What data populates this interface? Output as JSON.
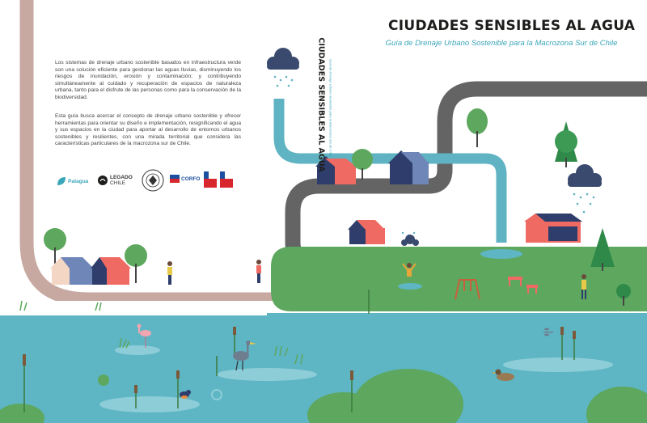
{
  "cover": {
    "title": "CIUDADES SENSIBLES AL AGUA",
    "subtitle": "Guía de Drenaje Urbano Sostenible para la Macrozona Sur de Chile"
  },
  "spine": {
    "title": "CIUDADES SENSIBLES AL AGUA",
    "subtitle": "Guía de Drenaje Urbano Sostenible para la Macrozona Sur de Chile"
  },
  "back_cover": {
    "paragraph_1": "Los sistemas de drenaje urbano sostenible basados en infraestructura verde son una solución eficiente para gestionar las aguas lluvias, disminuyendo los riesgos de inundación, erosión y contaminación; y contribuyendo simultáneamente al cuidado y recuperación de espacios de naturaleza urbana, tanto para el disfrute de las personas como para la conservación de la biodiversidad.",
    "paragraph_2": "Esta guía busca acercar el concepto de drenaje urbano sostenible y ofrecer herramientas para orientar su diseño e implementación, resignificando el agua y sus espacios en la ciudad para aportar al desarrollo de entornos urbanos sostenibles y resilientes, con una mirada territorial que considera las características particulares de la macrozona sur de Chile."
  },
  "logos": {
    "patagua": "Patagua",
    "legado_1": "LEGADO",
    "legado_2": "CHILE",
    "corfo": "CORFO"
  },
  "colors": {
    "water": "#5eb5c4",
    "pipe": "#5fb3c2",
    "road": "#6b6b6b",
    "park": "#5da85e",
    "house_red": "#ef6a62",
    "house_navy": "#2e3d6b",
    "cloud": "#3a4a6e",
    "path": "#c7a9a2",
    "title": "#1d1d1b",
    "subtitle": "#3aa6b9"
  },
  "icons": [
    "cloud-icon",
    "rain-icon",
    "house-icon",
    "tree-icon",
    "heron-icon",
    "duck-icon",
    "flamingo-icon",
    "kingfisher-icon",
    "dragonfly-icon",
    "swing-icon",
    "bench-icon",
    "cattail-icon",
    "person-icon"
  ]
}
